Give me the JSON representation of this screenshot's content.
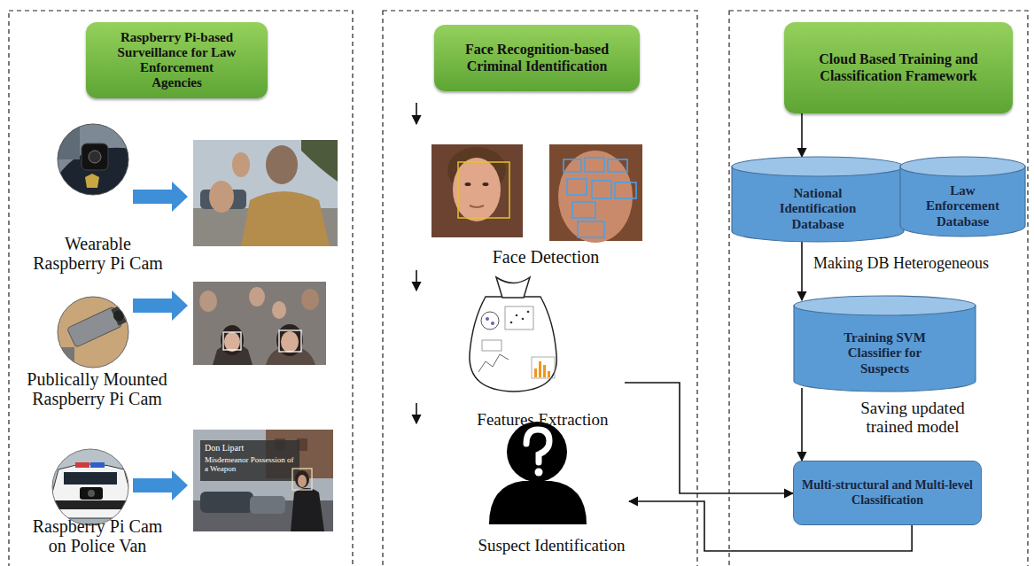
{
  "diagram": {
    "nodes": [
      {
        "text": [
          "Raspberry Pi-based Surveillance for Law Enforcement Agencies"
        ]
      },
      {
        "text": [
          "Face Recognition-based Criminal Identification"
        ]
      },
      {
        "text": [
          "Features Extraction"
        ]
      },
      {
        "text": [
          "Suspect Identification"
        ]
      },
      {
        "text": [
          "Cloud Based Training and Classification Framework"
        ]
      },
      {
        "text": [
          "National Identification Database"
        ]
      },
      {
        "text": [
          "Law Enforcement Database"
        ]
      },
      {
        "text": [
          "Training SVM Classifier for Suspects"
        ]
      },
      {
        "text": [
          "Multi-structural and Multi-level Classification"
        ]
      }
    ],
    "edges": [
      {
        "from": 4,
        "to": 5,
        "arrow": "to"
      },
      {
        "from": 5,
        "to": 7,
        "arrow": "to"
      },
      {
        "from": 7,
        "to": 8,
        "arrow": "to"
      },
      {
        "from": 2,
        "to": 8,
        "arrow": "to"
      },
      {
        "from": 8,
        "to": 3,
        "arrow": "to"
      }
    ],
    "labels": [
      "Wearable Raspberry Pi Cam",
      "Publically Mounted Raspberry Pi Cam",
      "Raspberry Pi Cam on Police Van",
      "Don Lipart",
      "Misdemeanor Possession of a Weapon",
      "Face Detection",
      "Making DB Heterogeneous",
      "Saving updated trained model"
    ]
  }
}
